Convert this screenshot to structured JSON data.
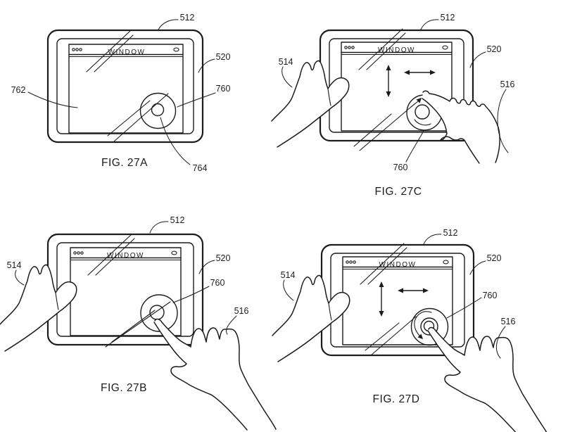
{
  "document": {
    "window_title": "WINDOW",
    "refs": {
      "r512": "512",
      "r514": "514",
      "r516": "516",
      "r520": "520",
      "r760": "760",
      "r762": "762",
      "r764": "764"
    },
    "panels": [
      {
        "id": "27A",
        "caption": "FIG. 27A",
        "callouts": [
          "512",
          "520",
          "760",
          "762",
          "764"
        ]
      },
      {
        "id": "27C",
        "caption": "FIG. 27C",
        "callouts": [
          "512",
          "520",
          "514",
          "516",
          "760"
        ]
      },
      {
        "id": "27B",
        "caption": "FIG. 27B",
        "callouts": [
          "512",
          "520",
          "514",
          "516",
          "760"
        ]
      },
      {
        "id": "27D",
        "caption": "FIG. 27D",
        "callouts": [
          "512",
          "520",
          "514",
          "516",
          "760"
        ]
      }
    ],
    "icons": {
      "window_dots": "window-control-dots",
      "window_oval": "window-control-oval",
      "scroll_wheel": "virtual-scroll-wheel",
      "arrows": "pan-direction-arrows",
      "rotate_arrow": "wheel-rotate-arrow"
    },
    "colors": {
      "ink": "#1c1c1c",
      "paper": "#ffffff"
    }
  }
}
